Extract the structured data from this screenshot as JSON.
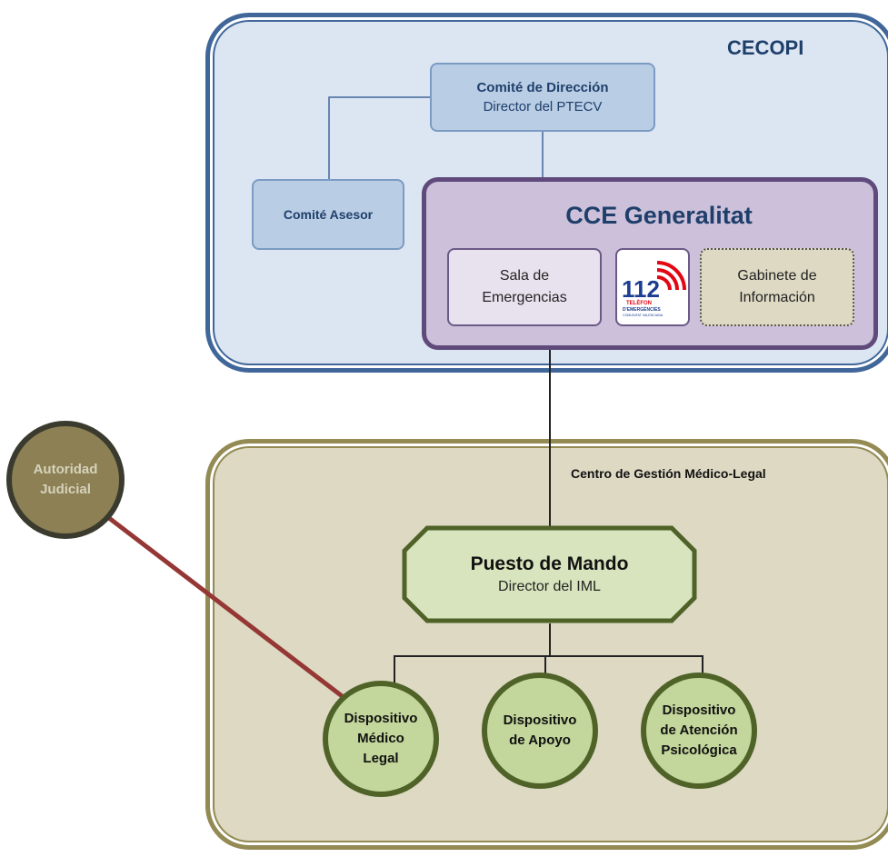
{
  "cecopi": {
    "title": "CECOPI"
  },
  "comite_direccion": {
    "title": "Comité de Dirección",
    "subtitle": "Director del PTECV"
  },
  "comite_asesor": {
    "title": "Comité Asesor"
  },
  "cce": {
    "title": "CCE Generalitat",
    "sala": [
      "Sala de",
      "Emergencias"
    ],
    "logo": {
      "number": "112",
      "line1": "TELÈFON",
      "line2": "D'EMERGÈNCIES",
      "line3": "COMUNITAT VALENCIANA"
    },
    "gabinete": [
      "Gabinete de",
      "Información"
    ]
  },
  "centro": {
    "title": "Centro de Gestión Médico-Legal"
  },
  "autoridad": [
    "Autoridad",
    "Judicial"
  ],
  "puesto": {
    "title": "Puesto de Mando",
    "subtitle": "Director del IML"
  },
  "dispositivos": {
    "medico": [
      "Dispositivo",
      "Médico",
      "Legal"
    ],
    "apoyo": [
      "Dispositivo",
      "de Apoyo"
    ],
    "psicologica": [
      "Dispositivo",
      "de Atención",
      "Psicológica"
    ]
  },
  "colors": {
    "cecopi_border": "#41679a",
    "cce_border": "#5f4a7b",
    "centro_border": "#948a54",
    "judicial_link": "#953735",
    "circle_border": "#4f6228"
  }
}
